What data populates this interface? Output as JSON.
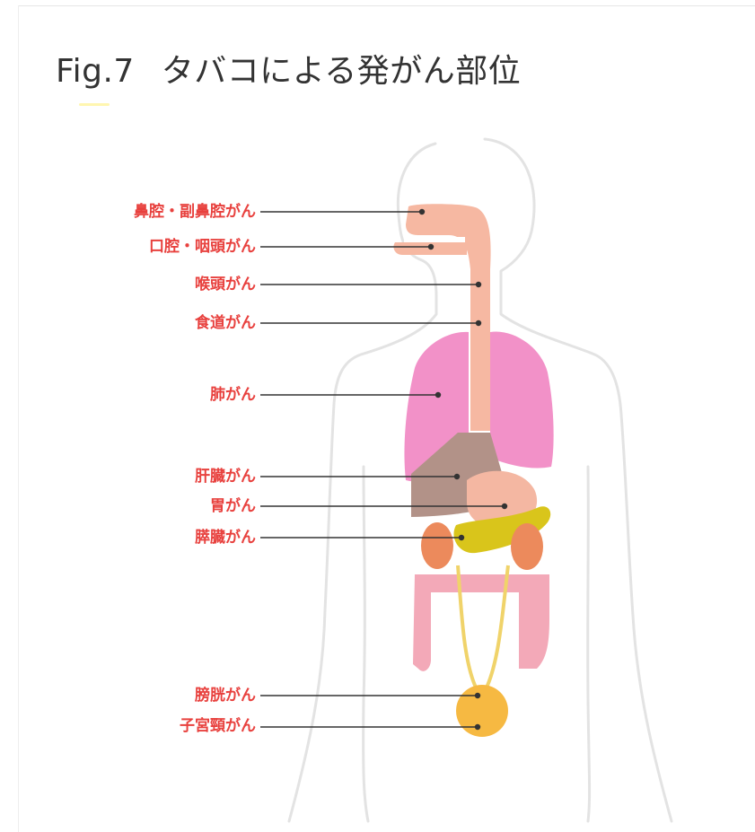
{
  "title": {
    "fig_number": "Fig.7",
    "text": "タバコによる発がん部位"
  },
  "labels": [
    {
      "id": "nasal",
      "text": "鼻腔・副鼻腔がん"
    },
    {
      "id": "oral",
      "text": "口腔・咽頭がん"
    },
    {
      "id": "larynx",
      "text": "喉頭がん"
    },
    {
      "id": "esophagus",
      "text": "食道がん"
    },
    {
      "id": "lung",
      "text": "肺がん"
    },
    {
      "id": "liver",
      "text": "肝臓がん"
    },
    {
      "id": "stomach",
      "text": "胃がん"
    },
    {
      "id": "pancreas",
      "text": "膵臓がん"
    },
    {
      "id": "bladder",
      "text": "膀胱がん"
    },
    {
      "id": "cervix",
      "text": "子宮頸がん"
    }
  ],
  "colors": {
    "label": "#e8413e",
    "leader": "#333333",
    "outline": "#e3e3e3",
    "airway": "#f6b8a2",
    "lung": "#f291c8",
    "liver": "#b29288",
    "stomach": "#f4b7a2",
    "pancreas": "#d9c51b",
    "kidney": "#ec8a5c",
    "intestine": "#f3a9b8",
    "ureter": "#f0d36a",
    "bladder": "#f6b942"
  }
}
